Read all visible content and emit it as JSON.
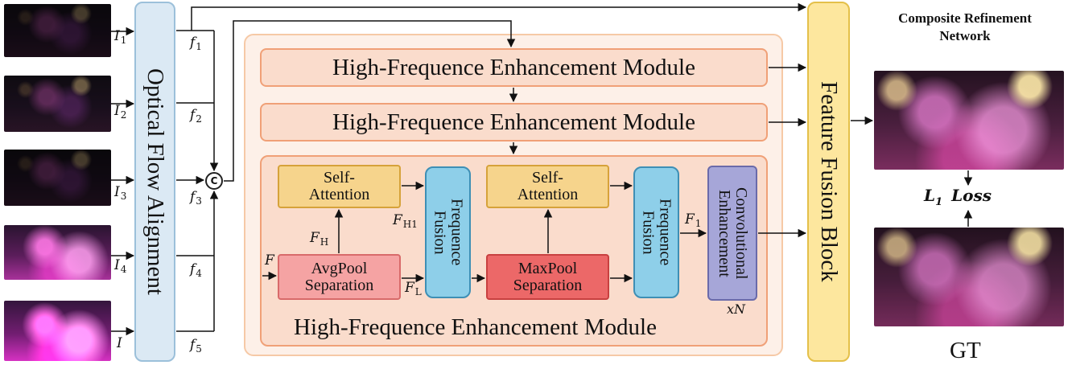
{
  "diagram": {
    "inputs": [
      {
        "symbol": "I",
        "subscript": "1"
      },
      {
        "symbol": "I",
        "subscript": "2"
      },
      {
        "symbol": "I",
        "subscript": "3"
      },
      {
        "symbol": "I",
        "subscript": "4"
      },
      {
        "symbol": "I",
        "subscript": ""
      }
    ],
    "features": [
      {
        "symbol": "f",
        "subscript": "1"
      },
      {
        "symbol": "f",
        "subscript": "2"
      },
      {
        "symbol": "f",
        "subscript": "3"
      },
      {
        "symbol": "f",
        "subscript": "4"
      },
      {
        "symbol": "f",
        "subscript": "5"
      }
    ],
    "optical_flow_label": "Optical Flow Alignment",
    "concat_symbol": "C",
    "hfem_label": "High-Frequence Enhancement Module",
    "inner": {
      "self_attention_1": [
        "Self-",
        "Attention"
      ],
      "self_attention_2": [
        "Self-",
        "Attention"
      ],
      "avgpool": [
        "AvgPool",
        "Separation"
      ],
      "maxpool": [
        "MaxPool",
        "Separation"
      ],
      "freq_fusion_1": "Frequence Fusion",
      "freq_fusion_2": "Frequence Fusion",
      "conv_enh": "Convolutional Enhancement",
      "sym_F": {
        "symbol": "F",
        "subscript": ""
      },
      "sym_FH": {
        "symbol": "F",
        "subscript": "H"
      },
      "sym_FL": {
        "symbol": "F",
        "subscript": "L"
      },
      "sym_FH1": {
        "symbol": "F",
        "subscript": "H1"
      },
      "sym_F1": {
        "symbol": "F",
        "subscript": "1"
      },
      "repeat": "xN"
    },
    "fusion_block_label": "Feature Fusion Block",
    "crn_title_line1": "Composite Refinement",
    "crn_title_line2": "Network",
    "loss": {
      "symbol": "L",
      "subscript": "1",
      "word": "Loss"
    },
    "gt_label": "GT"
  },
  "colors": {
    "optical_flow_fill": "#dbe9f4",
    "optical_flow_border": "#9cc0da",
    "outer_panel_fill": "#fdf0e8",
    "outer_panel_border": "#f6c9a6",
    "hfem_fill": "#fadccc",
    "hfem_border": "#f0a077",
    "self_attention_fill": "#f6d48c",
    "self_attention_border": "#d6a23a",
    "avgpool_fill": "#f5a3a3",
    "avgpool_border": "#d86a6a",
    "maxpool_fill": "#ec6868",
    "maxpool_border": "#c84040",
    "freq_fusion_fill": "#8ecfe9",
    "freq_fusion_border": "#3e8fb5",
    "conv_fill": "#a6a6d8",
    "conv_border": "#6a6aaa",
    "fusion_block_fill": "#fde79e",
    "fusion_block_border": "#e4c04a"
  }
}
